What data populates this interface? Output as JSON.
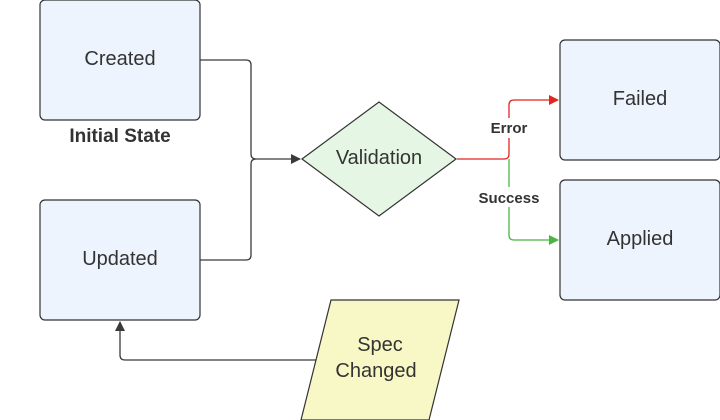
{
  "nodes": {
    "created": {
      "label": "Created"
    },
    "updated": {
      "label": "Updated"
    },
    "validation": {
      "label": "Validation"
    },
    "failed": {
      "label": "Failed"
    },
    "applied": {
      "label": "Applied"
    },
    "spec_changed": {
      "label_line1": "Spec",
      "label_line2": "Changed"
    }
  },
  "annotations": {
    "initial_state": "Initial State"
  },
  "edges": {
    "error_label": "Error",
    "success_label": "Success"
  },
  "colors": {
    "state_fill": "#eef4fd",
    "diamond_fill": "#e6f6e4",
    "parallelogram_fill": "#f8f8c6",
    "outline": "#333333",
    "line": "#3a3a3a",
    "error": "#e0261f",
    "success": "#4bb543"
  }
}
